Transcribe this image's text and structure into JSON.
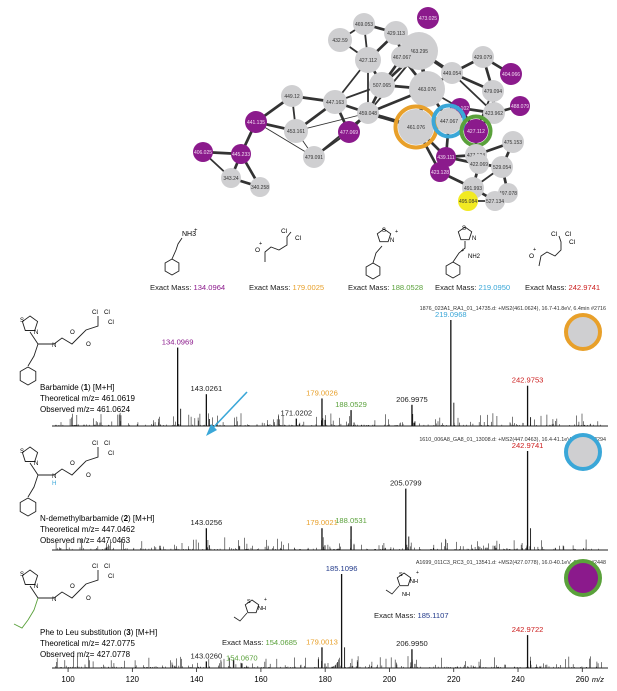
{
  "colors": {
    "purple": "#8b1a8c",
    "orange": "#e8a02a",
    "cyan": "#3aa7d8",
    "green": "#5aa13b",
    "navy": "#223a8a",
    "red": "#cc1f1f",
    "node_grey": "#cfcfd1",
    "node_yellow": "#f2ea22",
    "edge": "#333333"
  },
  "network": {
    "nodes": [
      {
        "id": "n1",
        "label": "473.025",
        "color": "purple"
      },
      {
        "id": "n2",
        "label": "469.053",
        "color": "grey"
      },
      {
        "id": "n3",
        "label": "429.113",
        "color": "grey"
      },
      {
        "id": "n4",
        "label": "432.59",
        "color": "grey"
      },
      {
        "id": "n5",
        "label": "463.295",
        "color": "grey"
      },
      {
        "id": "n6",
        "label": "427.112",
        "color": "grey"
      },
      {
        "id": "n7",
        "label": "467.067",
        "color": "grey"
      },
      {
        "id": "n8",
        "label": "449.054",
        "color": "grey"
      },
      {
        "id": "n9",
        "label": "429.079",
        "color": "grey"
      },
      {
        "id": "n10",
        "label": "404.066",
        "color": "purple"
      },
      {
        "id": "n11",
        "label": "463.076",
        "color": "grey"
      },
      {
        "id": "n12",
        "label": "507.065",
        "color": "grey"
      },
      {
        "id": "n13",
        "label": "479.094",
        "color": "grey"
      },
      {
        "id": "n14",
        "label": "449.12",
        "color": "grey"
      },
      {
        "id": "n15",
        "label": "447.163",
        "color": "grey"
      },
      {
        "id": "n16",
        "label": "459.048",
        "color": "grey"
      },
      {
        "id": "n17",
        "label": "438.102",
        "color": "purple"
      },
      {
        "id": "n18",
        "label": "423.962",
        "color": "grey"
      },
      {
        "id": "n19",
        "label": "488.079",
        "color": "purple"
      },
      {
        "id": "n20",
        "label": "441.135",
        "color": "purple"
      },
      {
        "id": "n21",
        "label": "453.161",
        "color": "grey"
      },
      {
        "id": "n22",
        "label": "477.069",
        "color": "purple"
      },
      {
        "id": "n23",
        "label": "461.076",
        "color": "grey",
        "ring": "orange"
      },
      {
        "id": "n24",
        "label": "447.067",
        "color": "grey",
        "ring": "cyan"
      },
      {
        "id": "n25",
        "label": "427.112",
        "color": "purple",
        "ring": "green"
      },
      {
        "id": "n26",
        "label": "477.124",
        "color": "grey"
      },
      {
        "id": "n27",
        "label": "475.153",
        "color": "grey"
      },
      {
        "id": "n28",
        "label": "406.025",
        "color": "purple"
      },
      {
        "id": "n29",
        "label": "445.233",
        "color": "purple"
      },
      {
        "id": "n30",
        "label": "479.091",
        "color": "grey"
      },
      {
        "id": "n31",
        "label": "439.111",
        "color": "purple"
      },
      {
        "id": "n32",
        "label": "422.069",
        "color": "grey"
      },
      {
        "id": "n33",
        "label": "529.054",
        "color": "grey"
      },
      {
        "id": "n34",
        "label": "423.128",
        "color": "purple"
      },
      {
        "id": "n35",
        "label": "343.24",
        "color": "grey"
      },
      {
        "id": "n36",
        "label": "340.258",
        "color": "grey"
      },
      {
        "id": "n37",
        "label": "491.993",
        "color": "grey"
      },
      {
        "id": "n38",
        "label": "497.078",
        "color": "grey"
      },
      {
        "id": "n39",
        "label": "495.084",
        "color": "yellow"
      },
      {
        "id": "n40",
        "label": "527.134",
        "color": "grey"
      }
    ]
  },
  "fragments": [
    {
      "id": "frag1",
      "prefix": "Exact Mass: ",
      "value": "134.0964",
      "color": "purple",
      "atoms": [
        "NH3",
        "+"
      ]
    },
    {
      "id": "frag2",
      "prefix": "Exact Mass: ",
      "value": "179.0025",
      "color": "orange",
      "atoms": [
        "Cl",
        "Cl",
        "O",
        "+"
      ]
    },
    {
      "id": "frag3",
      "prefix": "Exact Mass: ",
      "value": "188.0528",
      "color": "green",
      "atoms": [
        "S",
        "N",
        "+"
      ]
    },
    {
      "id": "frag4",
      "prefix": "Exact Mass: ",
      "value": "219.0950",
      "color": "cyan",
      "atoms": [
        "S",
        "N",
        "NH2",
        "+"
      ]
    },
    {
      "id": "frag5",
      "prefix": "Exact Mass: ",
      "value": "242.9741",
      "color": "red",
      "atoms": [
        "Cl",
        "Cl",
        "Cl",
        "O",
        "+"
      ]
    }
  ],
  "spectra": [
    {
      "id": "spec1",
      "header": "1876_023A1_RA1_01_14735.d: +MS2(461.0624), 16.7-41.8eV, 6.4min #2716",
      "compound_name": "Barbamide (",
      "compound_num": "1",
      "compound_suffix": ") [M+H]",
      "theoretical": "Theoretical m/z= 461.0619",
      "observed": "Observed m/z= 461.0624",
      "atoms": [
        "Cl",
        "Cl",
        "Cl",
        "S",
        "N",
        "N",
        "O",
        "O"
      ],
      "ring": "orange",
      "peaks": [
        {
          "mz": 134.0969,
          "rel": 0.74,
          "label": "134.0969",
          "color": "purple"
        },
        {
          "mz": 143.0261,
          "rel": 0.3,
          "label": "143.0261",
          "color": "black"
        },
        {
          "mz": 171.0202,
          "rel": 0.07,
          "label": "171.0202",
          "color": "black"
        },
        {
          "mz": 179.0026,
          "rel": 0.26,
          "label": "179.0026",
          "color": "orange"
        },
        {
          "mz": 188.0529,
          "rel": 0.15,
          "label": "188.0529",
          "color": "green"
        },
        {
          "mz": 206.9975,
          "rel": 0.2,
          "label": "206.9975",
          "color": "black"
        },
        {
          "mz": 219.0968,
          "rel": 1.0,
          "label": "219.0968",
          "color": "cyan"
        },
        {
          "mz": 242.9753,
          "rel": 0.38,
          "label": "242.9753",
          "color": "red"
        }
      ]
    },
    {
      "id": "spec2",
      "header": "1610_006A8_GA8_01_13008.d: +MS2(447.0463), 16.4-41.1eV, 5.7min #2294",
      "compound_name": "N-demethylbarbamide (",
      "compound_num": "2",
      "compound_suffix": ") [M+H]",
      "theoretical": "Theoretical m/z= 447.0462",
      "observed": "Observed m/z= 447.0463",
      "atoms": [
        "Cl",
        "Cl",
        "Cl",
        "S",
        "N",
        "H",
        "N",
        "O",
        "O"
      ],
      "ring": "cyan",
      "peaks": [
        {
          "mz": 143.0256,
          "rel": 0.22,
          "label": "143.0256",
          "color": "black"
        },
        {
          "mz": 179.0021,
          "rel": 0.22,
          "label": "179.0021",
          "color": "orange"
        },
        {
          "mz": 188.0531,
          "rel": 0.24,
          "label": "188.0531",
          "color": "green"
        },
        {
          "mz": 205.0799,
          "rel": 0.62,
          "label": "205.0799",
          "color": "black"
        },
        {
          "mz": 242.9741,
          "rel": 1.0,
          "label": "242.9741",
          "color": "red"
        }
      ]
    },
    {
      "id": "spec3",
      "header": "A1699_011C3_RC3_01_13541.d: +MS2(427.0778), 16.0-40.1eV, 6.4min #2448",
      "compound_name": "Phe to Leu substitution (",
      "compound_num": "3",
      "compound_suffix": ") [M+H]",
      "theoretical": "Theoretical m/z= 427.0775",
      "observed": "Observed m/z= 427.0778",
      "atoms": [
        "Cl",
        "Cl",
        "Cl",
        "S",
        "N",
        "N",
        "O",
        "O"
      ],
      "ring": "green",
      "peaks": [
        {
          "mz": 143.026,
          "rel": 0.07,
          "label": "143.0260",
          "color": "black"
        },
        {
          "mz": 154.067,
          "rel": 0.05,
          "label": "154.0670",
          "color": "green"
        },
        {
          "mz": 179.0013,
          "rel": 0.22,
          "label": "179.0013",
          "color": "orange"
        },
        {
          "mz": 185.1096,
          "rel": 1.0,
          "label": "185.1096",
          "color": "navy"
        },
        {
          "mz": 206.995,
          "rel": 0.2,
          "label": "206.9950",
          "color": "black"
        },
        {
          "mz": 242.9722,
          "rel": 0.35,
          "label": "242.9722",
          "color": "red"
        }
      ],
      "inset_fragments": [
        {
          "id": "ins1",
          "prefix": "Exact Mass: ",
          "value": "154.0685",
          "color": "green",
          "atoms": [
            "S",
            "NH",
            "+"
          ]
        },
        {
          "id": "ins2",
          "prefix": "Exact Mass: ",
          "value": "185.1107",
          "color": "navy",
          "atoms": [
            "S",
            "NH",
            "+",
            "NH"
          ]
        }
      ]
    }
  ],
  "axis": {
    "ticks": [
      "100",
      "120",
      "140",
      "160",
      "180",
      "200",
      "220",
      "240",
      "260"
    ],
    "unit": "m/z",
    "xlim": [
      95,
      268
    ]
  }
}
